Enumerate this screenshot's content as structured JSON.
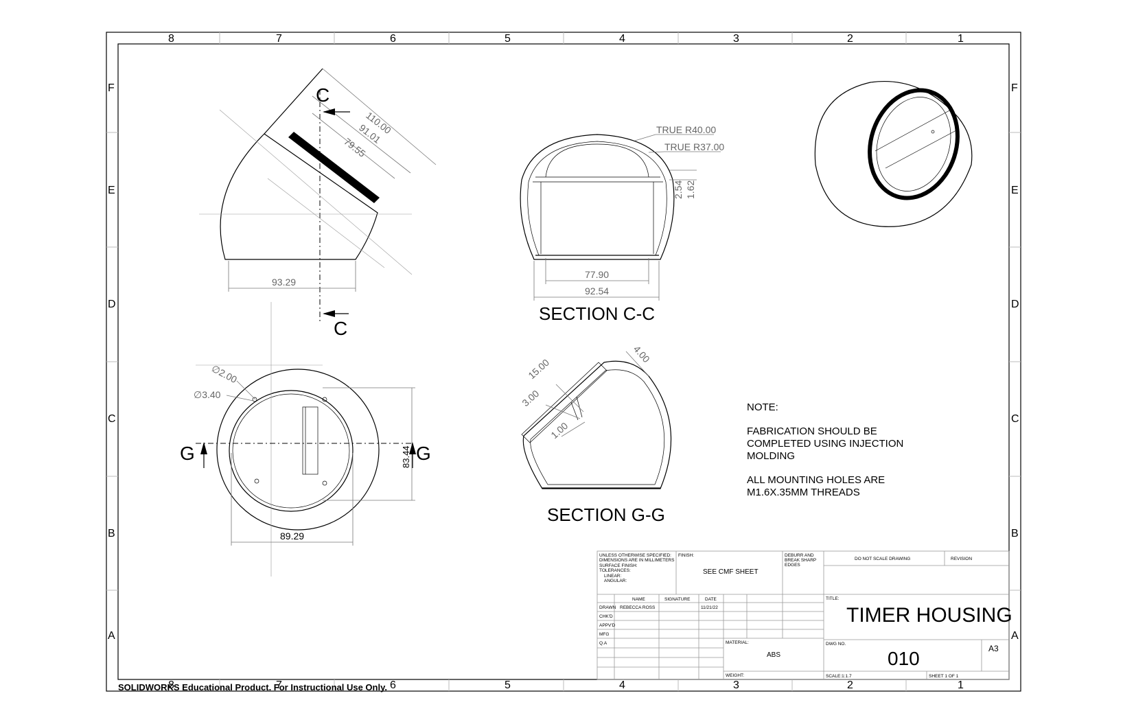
{
  "sheet": {
    "zones_top": [
      "8",
      "7",
      "6",
      "5",
      "4",
      "3",
      "2",
      "1"
    ],
    "zones_side": [
      "F",
      "E",
      "D",
      "C",
      "B",
      "A"
    ]
  },
  "view_front": {
    "dims": [
      "110.00",
      "91.01",
      "79.55",
      "93.29"
    ],
    "section_label_letter": "C"
  },
  "view_top": {
    "dims": [
      "∅2.00",
      "∅3.40",
      "89.29",
      "83.44"
    ],
    "section_label_letter": "G"
  },
  "section_cc": {
    "title": "SECTION C-C",
    "dims": [
      "TRUE R40.00",
      "TRUE R37.00",
      "2.54",
      "1.62",
      "77.90",
      "92.54"
    ]
  },
  "section_gg": {
    "title": "SECTION G-G",
    "dims": [
      "15.00",
      "3.00",
      "1.00",
      "4.00"
    ]
  },
  "notes": {
    "heading": "NOTE:",
    "lines": [
      "FABRICATION SHOULD BE",
      "COMPLETED USING INJECTION",
      "MOLDING",
      "ALL MOUNTING HOLES ARE",
      "M1.6X.35MM THREADS"
    ]
  },
  "title_block": {
    "spec_lines": [
      "UNLESS OTHERWISE SPECIFIED:",
      "DIMENSIONS ARE IN MILLIMETERS",
      "SURFACE FINISH:",
      "TOLERANCES:",
      "LINEAR:",
      "ANGULAR:"
    ],
    "finish_label": "FINISH:",
    "finish_value": "SEE CMF SHEET",
    "deburr_lines": [
      "DEBURR AND",
      "BREAK SHARP",
      "EDGES"
    ],
    "do_not_scale": "DO NOT SCALE DRAWING",
    "revision_label": "REVISION",
    "col_name": "NAME",
    "col_signature": "SIGNATURE",
    "col_date": "DATE",
    "row_labels": [
      "DRAWN",
      "CHK'D",
      "APPV'D",
      "MFG",
      "Q.A"
    ],
    "drawn_name": "REBECCA ROSS",
    "drawn_date": "11/21/22",
    "title_label": "TITLE:",
    "title": "TIMER HOUSING",
    "material_label": "MATERIAL:",
    "material": "ABS",
    "dwg_no_label": "DWG NO.",
    "dwg_no": "010",
    "size": "A3",
    "weight_label": "WEIGHT:",
    "scale": "SCALE:1:1.7",
    "sheet": "SHEET 1 OF 1"
  },
  "watermark": "SOLIDWORKS Educational Product. For Instructional Use Only."
}
